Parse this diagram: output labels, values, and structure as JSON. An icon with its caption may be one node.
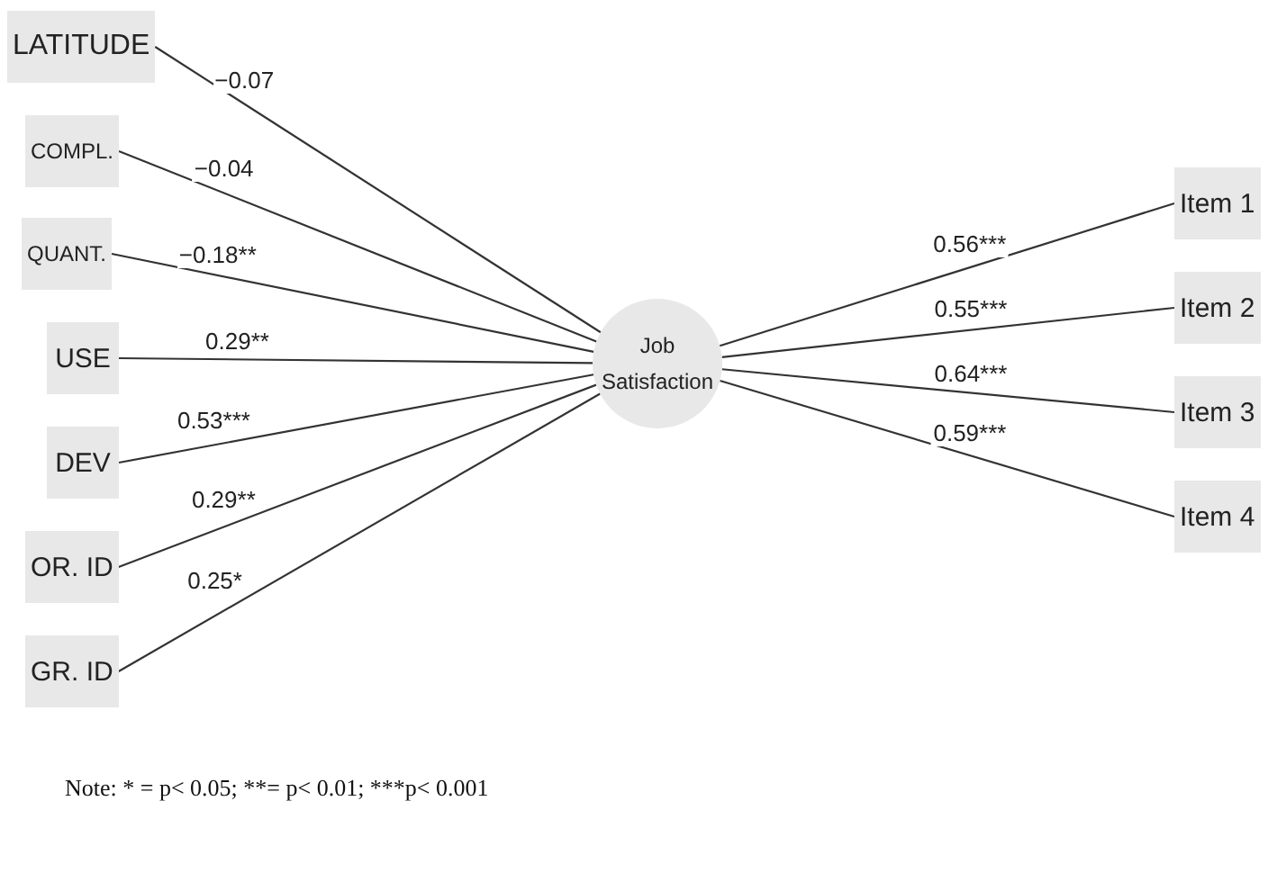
{
  "diagram": {
    "nodes": [
      {
        "text": [
          "LATITUDE"
        ]
      },
      {
        "text": [
          "COMPL."
        ]
      },
      {
        "text": [
          "QUANT."
        ]
      },
      {
        "text": [
          "USE"
        ]
      },
      {
        "text": [
          "DEV"
        ]
      },
      {
        "text": [
          "OR. ID"
        ]
      },
      {
        "text": [
          "GR. ID"
        ]
      },
      {
        "text": [
          "Job Satisfaction"
        ]
      },
      {
        "text": [
          "Item 1"
        ]
      },
      {
        "text": [
          "Item 2"
        ]
      },
      {
        "text": [
          "Item 3"
        ]
      },
      {
        "text": [
          "Item 4"
        ]
      }
    ],
    "edges": [
      {
        "from": 0,
        "to": 7,
        "arrow": "none",
        "label": "−0.07"
      },
      {
        "from": 1,
        "to": 7,
        "arrow": "none",
        "label": "−0.04"
      },
      {
        "from": 2,
        "to": 7,
        "arrow": "none",
        "label": "−0.18**"
      },
      {
        "from": 3,
        "to": 7,
        "arrow": "none",
        "label": "0.29**"
      },
      {
        "from": 4,
        "to": 7,
        "arrow": "none",
        "label": "0.53***"
      },
      {
        "from": 5,
        "to": 7,
        "arrow": "none",
        "label": "0.29**"
      },
      {
        "from": 6,
        "to": 7,
        "arrow": "none",
        "label": "0.25*"
      },
      {
        "from": 7,
        "to": 8,
        "arrow": "none",
        "label": "0.56***"
      },
      {
        "from": 7,
        "to": 9,
        "arrow": "none",
        "label": "0.55***"
      },
      {
        "from": 7,
        "to": 10,
        "arrow": "none",
        "label": "0.64***"
      },
      {
        "from": 7,
        "to": 11,
        "arrow": "none",
        "label": "0.59***"
      }
    ],
    "labels": [
      "Note: * = p< 0.05; **= p< 0.01; ***p< 0.001"
    ]
  }
}
